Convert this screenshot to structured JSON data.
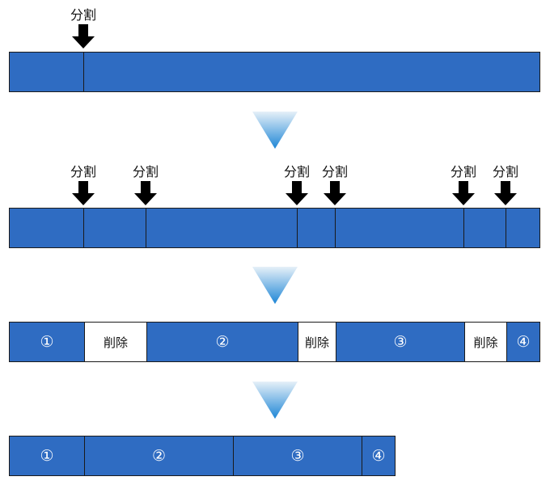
{
  "split_label": "分割",
  "delete_label": "削除",
  "segment_labels": [
    "①",
    "②",
    "③",
    "④"
  ],
  "colors": {
    "bar_fill": "#2f6cc2",
    "bar_stroke": "#1a1a1a",
    "arrow": "#000000",
    "triangle_top": "#e6f0f8",
    "triangle_bottom": "#1e86d6",
    "deleted_fill": "#ffffff"
  },
  "icons": [
    "down-arrow-icon",
    "down-triangle-icon"
  ]
}
